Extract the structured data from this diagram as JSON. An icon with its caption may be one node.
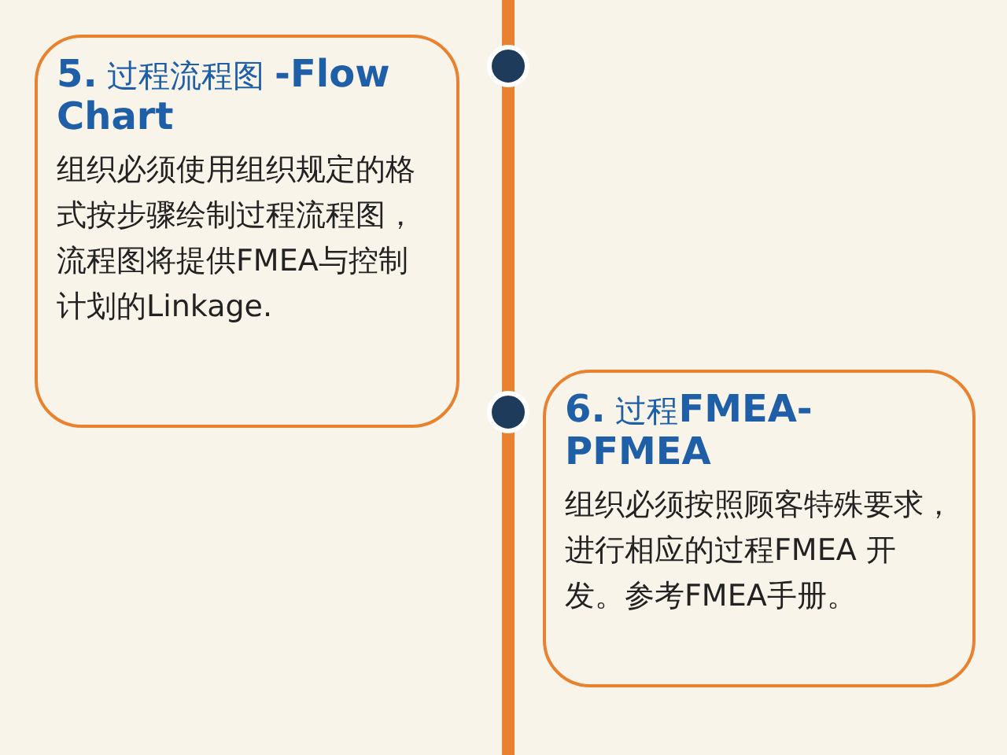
{
  "diagram": {
    "nodes": [
      {
        "text": [
          "**5.** 过程流程图 **-Flow Chart**",
          "组织必须使用组织规定的格式按步骤绘制过程流程图，流程图将提供FMEA与控制计划的Linkage."
        ]
      },
      {
        "text": [
          "**6.** 过程**FMEA-PFMEA**",
          "组织必须按照顾客特殊要求，进行相应的过程FMEA 开发。参考FMEA手册。"
        ]
      }
    ]
  }
}
